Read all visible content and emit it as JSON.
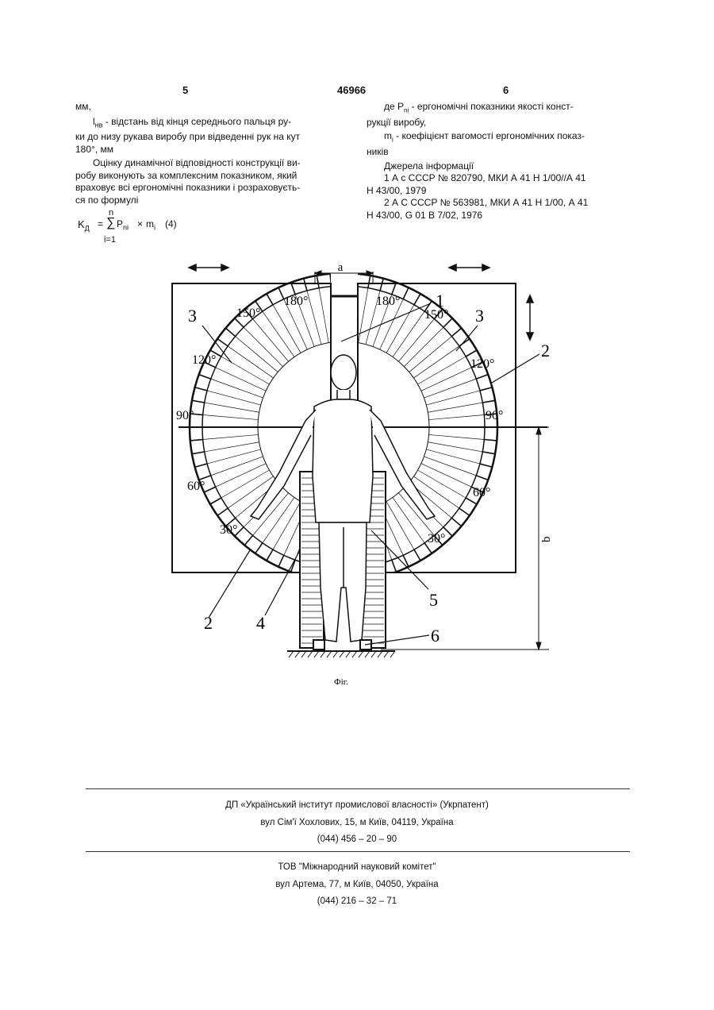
{
  "header": {
    "page_left": "5",
    "doc_number": "46966",
    "page_right": "6"
  },
  "left_column": {
    "line1": "мм,",
    "l_nv_symbol": "l",
    "l_nv_sub": "нв",
    "l_nv_text": " - відстань від кінця середнього пальця ру-",
    "line3": "ки до низу рукава виробу при відведенні рук на кут",
    "line4": "180°, мм",
    "para2_1": "Оцінку динамічної відповідності конструкції ви-",
    "para2_2": "робу виконують за комплексним показником, який",
    "para2_3": "враховує всі ергономічні показники і розраховуєть-",
    "para2_4": "ся по формулі",
    "formula": {
      "lhs": "K",
      "lhs_sub": "Д",
      "eq": "=",
      "sum_top": "n",
      "sum_sign": "∑",
      "sum_bottom": "i=1",
      "term": "P",
      "term_sub": "ni",
      "times": "×",
      "m": "m",
      "m_sub": "i",
      "number": "(4)"
    }
  },
  "right_column": {
    "line1_a": "де P",
    "line1_sub": "ni",
    "line1_b": " - ергономічні показники якості конст-",
    "line2": "рукції виробу,",
    "line3_a": "m",
    "line3_sub": "i",
    "line3_b": " - коефіцієнт вагомості ергономічних показ-",
    "line4": "ників",
    "sources_title": "Джерела інформації",
    "src1_1": "1 А с  СССР № 820790, МКИ А 41 Н 1/00//А 41",
    "src1_2": "Н 43/00, 1979",
    "src2_1": "2 А С  СССР № 563981, МКИ А 41 Н 1/00, А 41",
    "src2_2": "Н 43/00, G 01 В 7/02, 1976"
  },
  "figure": {
    "caption": "Фіг.",
    "dim_a": "a",
    "dim_b": "b",
    "angles_left": [
      "180°",
      "150°",
      "120°",
      "90°",
      "60°",
      "30°"
    ],
    "angles_right": [
      "180°",
      "150°",
      "120°",
      "90°",
      "60°",
      "30°"
    ],
    "callouts": [
      "1",
      "2",
      "3",
      "3",
      "2",
      "4",
      "5",
      "6"
    ]
  },
  "footer": {
    "org1": "ДП «Український інститут промислової власності» (Укрпатент)",
    "addr1": "вул  Сім'ї Хохлових, 15, м  Київ, 04119, Україна",
    "phone1": "(044) 456 – 20 –  90",
    "org2": "ТОВ \"Міжнародний науковий комітет\"",
    "addr2": "вул  Артема, 77, м  Київ, 04050, Україна",
    "phone2": "(044) 216 – 32 – 71"
  }
}
